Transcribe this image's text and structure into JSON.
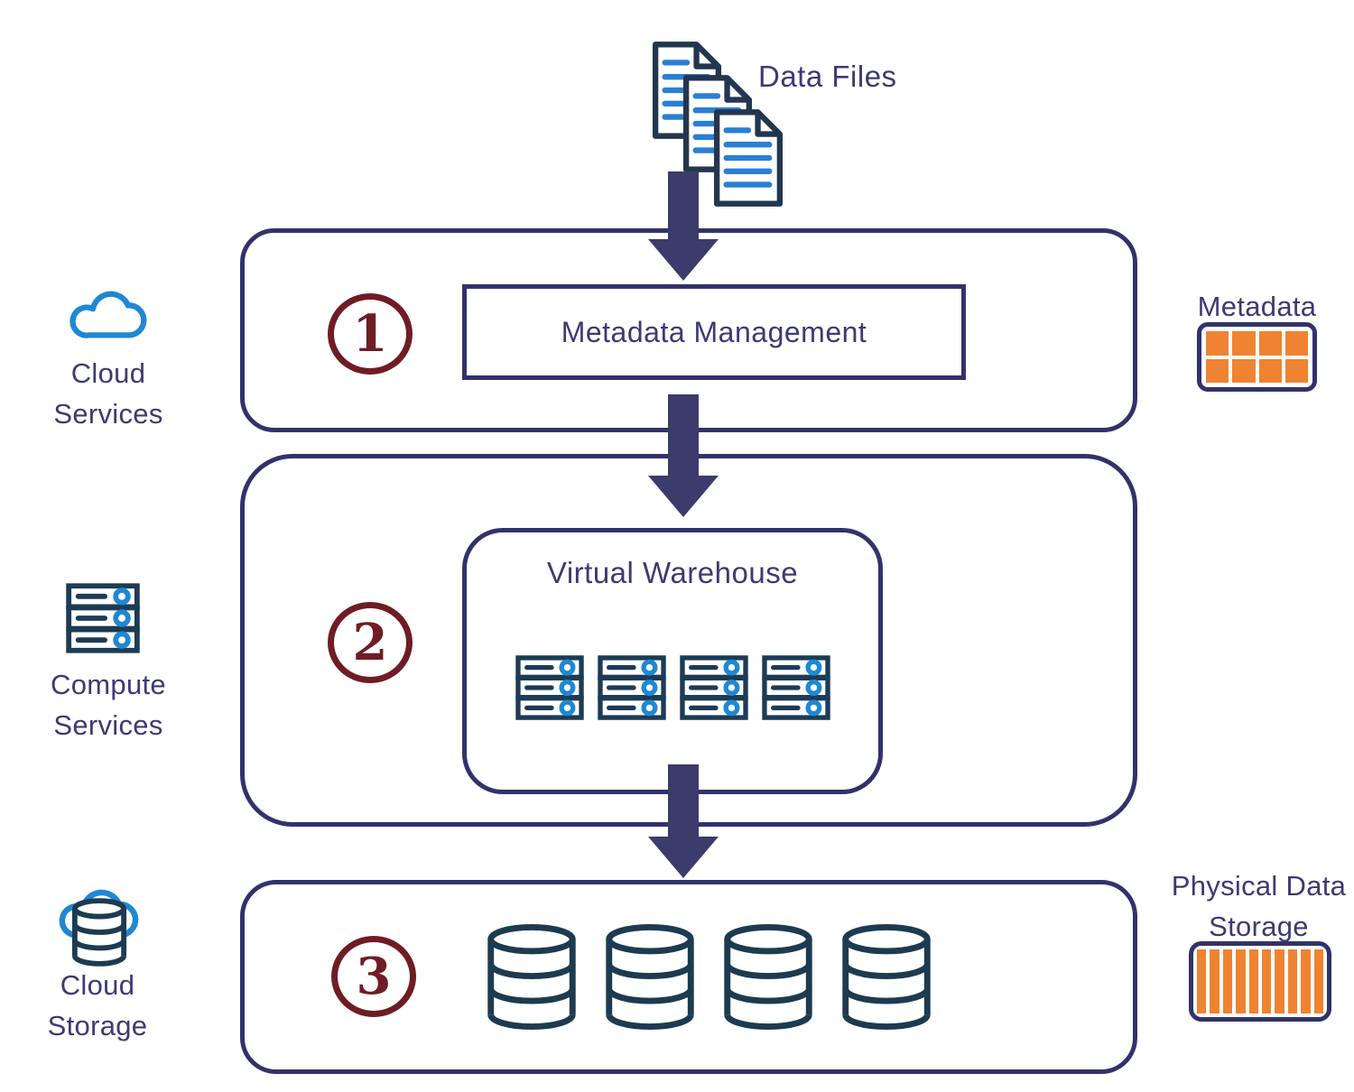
{
  "colors": {
    "box_border": "#32326b",
    "arrow": "#3b3b6c",
    "label_text": "#3d3a73",
    "step_maroon": "#6f1c25",
    "icon_blue": "#1e88d4",
    "icon_dark": "#1d3b52",
    "icon_orange": "#ef8331"
  },
  "top": {
    "data_files_label": "Data Files",
    "file_count": 3
  },
  "steps": [
    {
      "number": "1",
      "left_label": "Cloud Services",
      "box_label": "Metadata Management",
      "right_label": "Metadata"
    },
    {
      "number": "2",
      "left_label": "Compute Services",
      "inner_box_label": "Virtual Warehouse",
      "server_count": 4
    },
    {
      "number": "3",
      "left_label": "Cloud Storage",
      "right_label": "Physical Data Storage",
      "database_count": 4
    }
  ],
  "right_icons": {
    "metadata_cell_count": 8,
    "storage_stripe_count": 10
  }
}
